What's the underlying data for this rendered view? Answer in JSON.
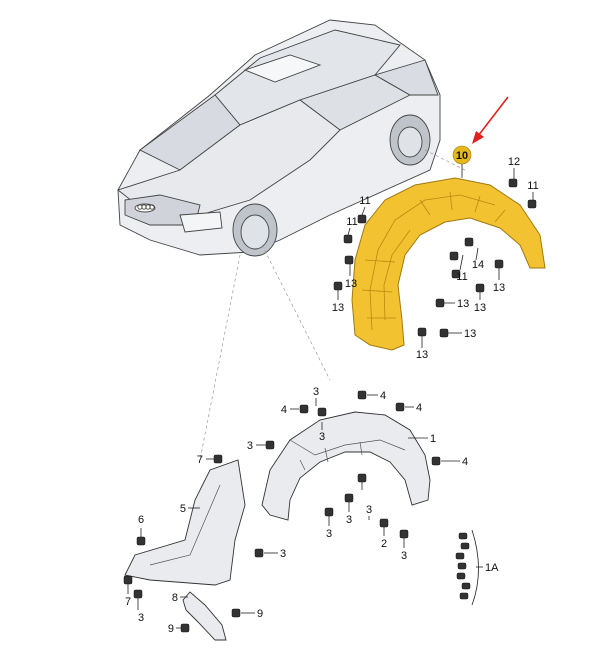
{
  "highlighted_part": "10",
  "colors": {
    "highlight_fill": "#f2c230",
    "highlight_stroke": "#a07a10",
    "callout_circle": "#e6b81c",
    "arrow": "#e02020",
    "line_art": "#333333",
    "body_fill": "#e9ebee"
  },
  "labels": {
    "p10": "10",
    "p12": "12",
    "p11a": "11",
    "p11b": "11",
    "p11c": "11",
    "p11d": "11",
    "p13a": "13",
    "p13b": "13",
    "p13c": "13",
    "p13d": "13",
    "p13e": "13",
    "p13f": "13",
    "p13g": "13",
    "p14": "14",
    "p1": "1",
    "p2": "2",
    "p3a": "3",
    "p3b": "3",
    "p3c": "3",
    "p3d": "3",
    "p3e": "3",
    "p4a": "4",
    "p4b": "4",
    "p4c": "4",
    "p5": "5",
    "p6": "6",
    "p7a": "7",
    "p7b": "7",
    "p8": "8",
    "p9a": "9",
    "p9b": "9",
    "p1A": "1A"
  }
}
